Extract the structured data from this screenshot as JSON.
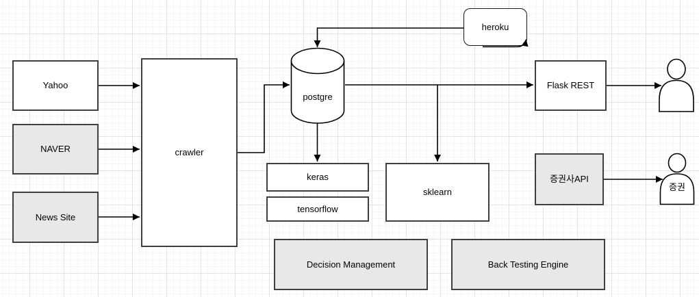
{
  "diagram": {
    "nodes": {
      "yahoo": {
        "label": "Yahoo",
        "shape": "rectangle",
        "fill": "#ffffff"
      },
      "naver": {
        "label": "NAVER",
        "shape": "rectangle",
        "fill": "#e8e8e8"
      },
      "news_site": {
        "label": "News Site",
        "shape": "rectangle",
        "fill": "#e8e8e8"
      },
      "crawler": {
        "label": "crawler",
        "shape": "rectangle",
        "fill": "#ffffff"
      },
      "postgre": {
        "label": "postgre",
        "shape": "cylinder",
        "fill": "#ffffff"
      },
      "heroku": {
        "label": "heroku",
        "shape": "rounded-rectangle",
        "fill": "#ffffff"
      },
      "keras": {
        "label": "keras",
        "shape": "rectangle",
        "fill": "#ffffff"
      },
      "tensorflow": {
        "label": "tensorflow",
        "shape": "rectangle",
        "fill": "#ffffff"
      },
      "sklearn": {
        "label": "sklearn",
        "shape": "rectangle",
        "fill": "#ffffff"
      },
      "flask_rest": {
        "label": "Flask REST",
        "shape": "rectangle",
        "fill": "#ffffff"
      },
      "securities_api": {
        "label": "증권사API",
        "shape": "rectangle",
        "fill": "#e8e8e8"
      },
      "end_user": {
        "label": "",
        "shape": "actor",
        "fill": "#ffffff"
      },
      "securities_user": {
        "label": "증권",
        "shape": "actor",
        "fill": "#ffffff"
      },
      "decision_management": {
        "label": "Decision Management",
        "shape": "rectangle",
        "fill": "#e8e8e8"
      },
      "back_testing_engine": {
        "label": "Back Testing Engine",
        "shape": "rectangle",
        "fill": "#e8e8e8"
      }
    },
    "edges": [
      {
        "from": "yahoo",
        "to": "crawler"
      },
      {
        "from": "naver",
        "to": "crawler"
      },
      {
        "from": "news_site",
        "to": "crawler"
      },
      {
        "from": "crawler",
        "to": "postgre"
      },
      {
        "from": "heroku",
        "to": "postgre"
      },
      {
        "from": "postgre",
        "to": "flask_rest"
      },
      {
        "from": "postgre",
        "to": "keras"
      },
      {
        "from": "postgre",
        "to": "sklearn"
      },
      {
        "from": "flask_rest",
        "to": "end_user"
      },
      {
        "from": "securities_api",
        "to": "securities_user"
      },
      {
        "from": "",
        "to": "heroku",
        "note": "small curved arrowhead into bottom-right corner"
      }
    ],
    "colors": {
      "node_border": "#3f3f3f",
      "edge_line": "#000000",
      "gray_fill": "#e8e8e8",
      "white_fill": "#ffffff",
      "canvas_background": "#ffffff",
      "grid_minor": "#f5f5f5",
      "grid_major": "#e3e3e3"
    }
  }
}
